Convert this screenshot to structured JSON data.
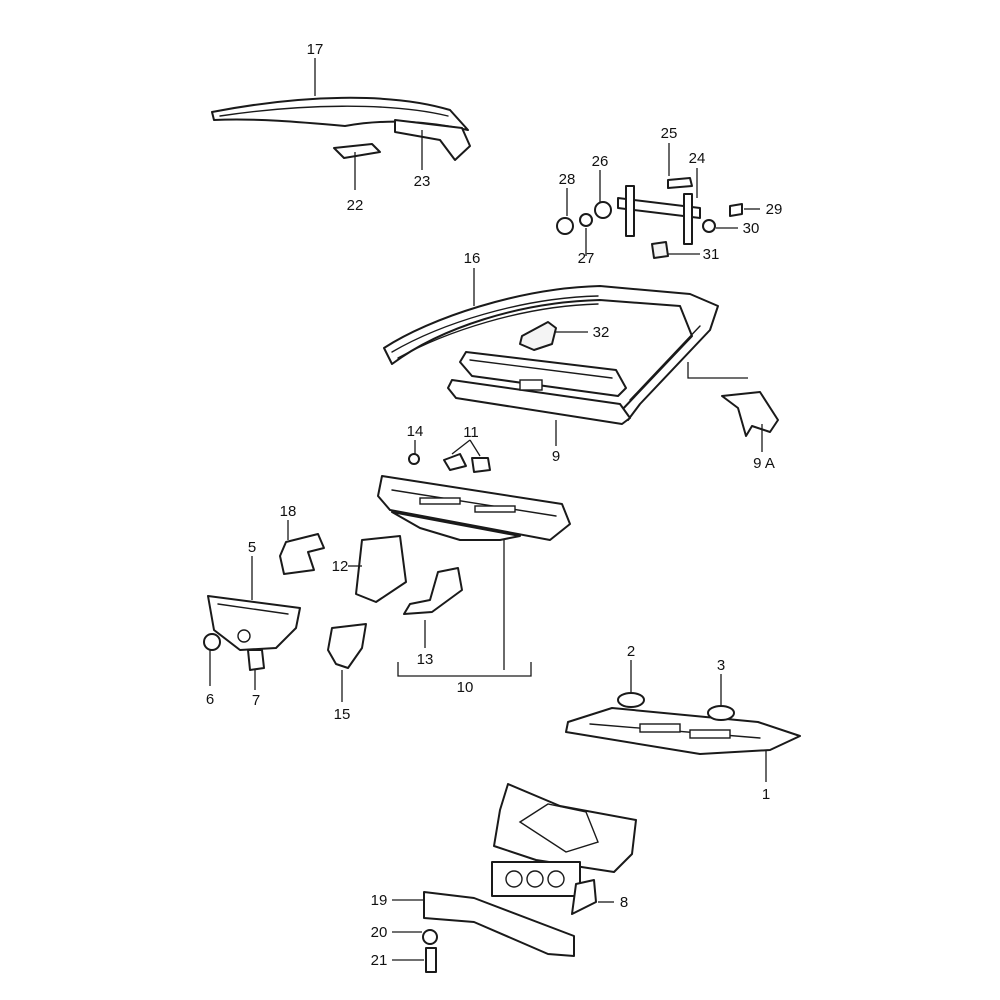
{
  "diagram": {
    "callouts": [
      "1",
      "2",
      "3",
      "5",
      "6",
      "7",
      "8",
      "9",
      "9 A",
      "10",
      "11",
      "12",
      "13",
      "14",
      "15",
      "16",
      "17",
      "18",
      "19",
      "20",
      "21",
      "22",
      "23",
      "24",
      "25",
      "26",
      "27",
      "28",
      "29",
      "30",
      "31",
      "32"
    ]
  }
}
